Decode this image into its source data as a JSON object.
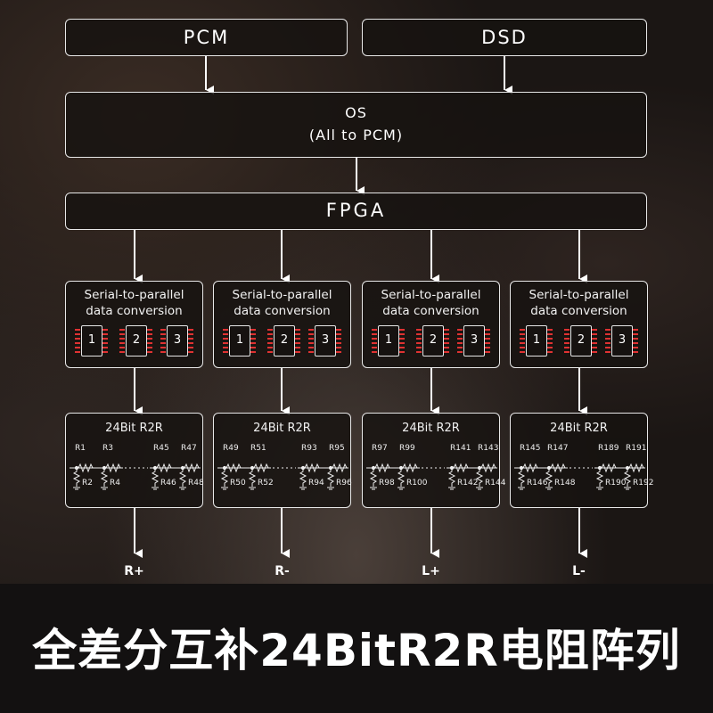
{
  "diagram": {
    "inputs": {
      "pcm": "PCM",
      "dsd": "DSD"
    },
    "os": {
      "line1": "OS",
      "line2": "(All to PCM)"
    },
    "fpga": "FPGA",
    "channels": [
      {
        "conversion": {
          "line1": "Serial-to-parallel",
          "line2": "data conversion"
        },
        "chips": [
          "1",
          "2",
          "3"
        ],
        "r2r_title": "24Bit R2R",
        "top_resistors": [
          "R1",
          "R3",
          "R45",
          "R47"
        ],
        "bottom_resistors": [
          "R2",
          "R4",
          "R46",
          "R48"
        ],
        "output": "R+"
      },
      {
        "conversion": {
          "line1": "Serial-to-parallel",
          "line2": "data conversion"
        },
        "chips": [
          "1",
          "2",
          "3"
        ],
        "r2r_title": "24Bit R2R",
        "top_resistors": [
          "R49",
          "R51",
          "R93",
          "R95"
        ],
        "bottom_resistors": [
          "R50",
          "R52",
          "R94",
          "R96"
        ],
        "output": "R-"
      },
      {
        "conversion": {
          "line1": "Serial-to-parallel",
          "line2": "data conversion"
        },
        "chips": [
          "1",
          "2",
          "3"
        ],
        "r2r_title": "24Bit R2R",
        "top_resistors": [
          "R97",
          "R99",
          "R141",
          "R143"
        ],
        "bottom_resistors": [
          "R98",
          "R100",
          "R142",
          "R144"
        ],
        "output": "L+"
      },
      {
        "conversion": {
          "line1": "Serial-to-parallel",
          "line2": "data conversion"
        },
        "chips": [
          "1",
          "2",
          "3"
        ],
        "r2r_title": "24Bit R2R",
        "top_resistors": [
          "R145",
          "R147",
          "R189",
          "R191"
        ],
        "bottom_resistors": [
          "R146",
          "R148",
          "R190",
          "R192"
        ],
        "output": "L-"
      }
    ]
  },
  "caption": "全差分互补24BitR2R电阻阵列",
  "colors": {
    "line": "#ffffff",
    "box_border": "#e8e8e8",
    "chip_pins": "#e03232",
    "background": "#141111"
  }
}
